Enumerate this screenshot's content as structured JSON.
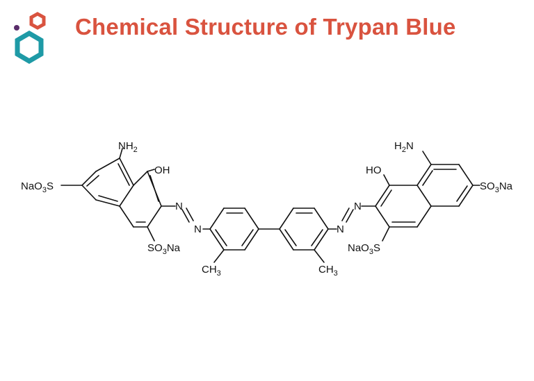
{
  "header": {
    "title": "Chemical Structure of Trypan Blue"
  },
  "logo": {
    "icon": "hexagon-molecule-logo",
    "colors": {
      "teal": "#1e9aa6",
      "red": "#d9533f",
      "purple": "#5a2d6b"
    }
  },
  "title_color": "#d9533f",
  "structure": {
    "name": "Trypan Blue",
    "left": {
      "amine": "NH2",
      "hydroxyl": "OH",
      "sulfonate_outer": "NaO3S",
      "sulfonate_inner": "SO3Na",
      "azo_n1": "N",
      "azo_n2": "N",
      "methyl": "CH3"
    },
    "right": {
      "amine": "H2N",
      "hydroxyl": "HO",
      "sulfonate_outer": "SO3Na",
      "sulfonate_inner": "NaO3S",
      "azo_n1": "N",
      "azo_n2": "N",
      "methyl": "CH3"
    }
  }
}
